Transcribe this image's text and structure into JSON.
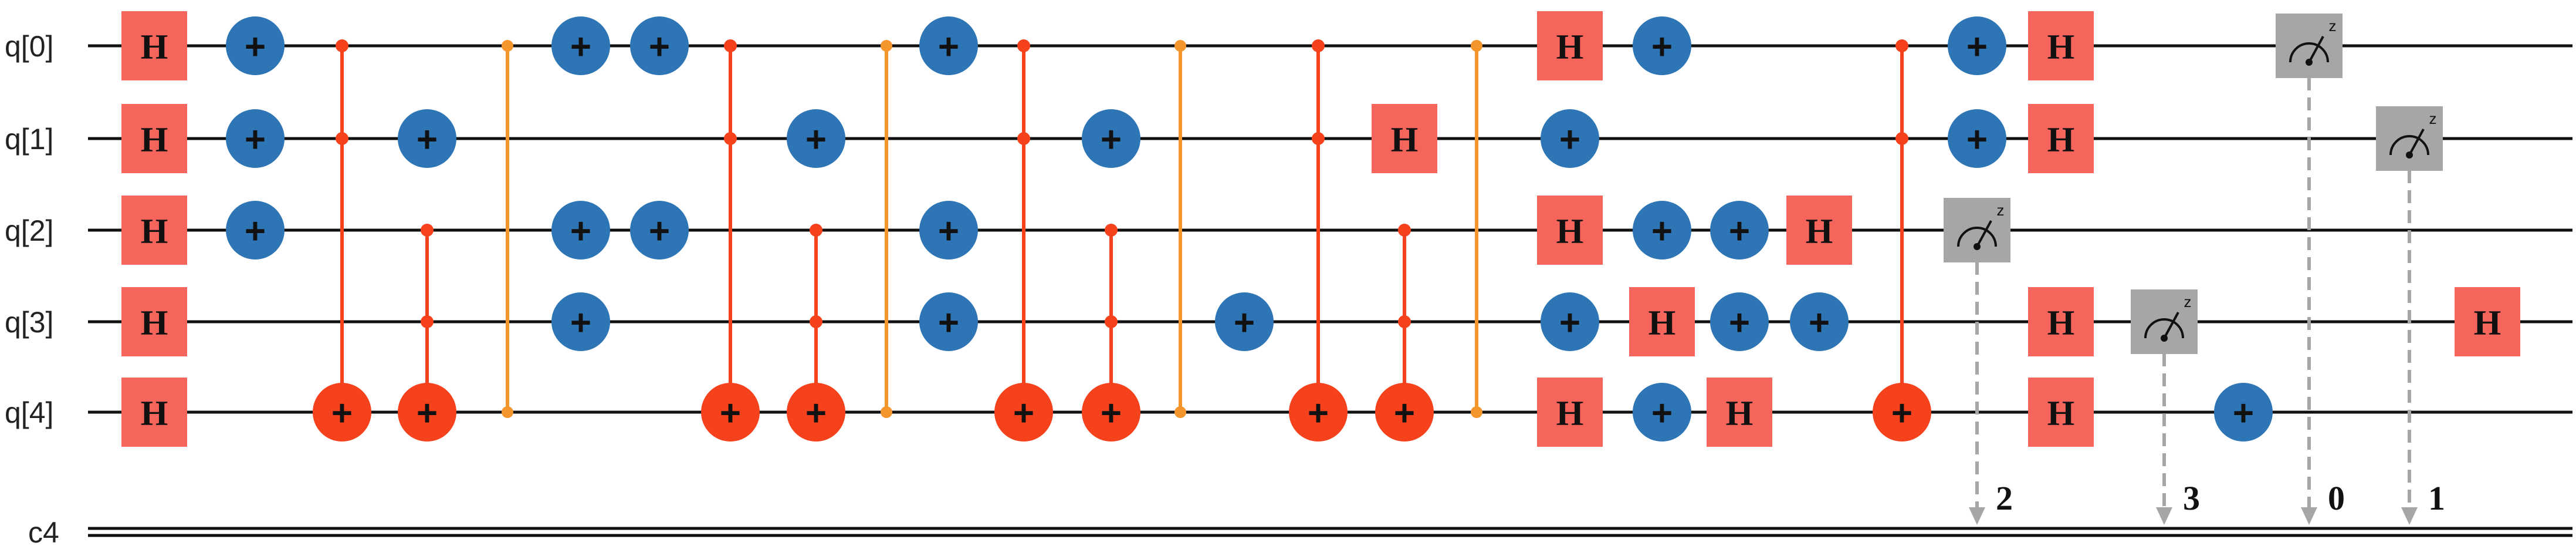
{
  "registers": [
    "q[0]",
    "q[1]",
    "q[2]",
    "q[3]",
    "q[4]"
  ],
  "classical_register": "c4",
  "gate_labels": {
    "h": "H",
    "x": "+",
    "meter_axis": "z"
  },
  "colors": {
    "h_gate": "#f5655c",
    "x_gate": "#2e75b6",
    "controlled_gate": "#f5421d",
    "barrier": "#f5962d",
    "measure": "#a6a6a6"
  },
  "columns": [
    [
      {
        "t": "h",
        "q": 0
      },
      {
        "t": "h",
        "q": 1
      },
      {
        "t": "h",
        "q": 2
      },
      {
        "t": "h",
        "q": 3
      },
      {
        "t": "h",
        "q": 4
      }
    ],
    [
      {
        "t": "x",
        "q": 0
      },
      {
        "t": "x",
        "q": 1
      },
      {
        "t": "x",
        "q": 2
      }
    ],
    [
      {
        "t": "ccx",
        "c": [
          0,
          1
        ],
        "tgt": 4
      }
    ],
    [
      {
        "t": "x",
        "q": 1
      },
      {
        "t": "ccx",
        "c": [
          2,
          3
        ],
        "tgt": 4
      }
    ],
    [
      {
        "t": "barrier",
        "q": [
          0,
          4
        ]
      }
    ],
    [
      {
        "t": "x",
        "q": 0
      },
      {
        "t": "x",
        "q": 2
      },
      {
        "t": "x",
        "q": 3
      }
    ],
    [
      {
        "t": "x",
        "q": 0
      },
      {
        "t": "x",
        "q": 2
      }
    ],
    [
      {
        "t": "ccx",
        "c": [
          0,
          1
        ],
        "tgt": 4
      }
    ],
    [
      {
        "t": "x",
        "q": 1
      },
      {
        "t": "ccx",
        "c": [
          2,
          3
        ],
        "tgt": 4
      }
    ],
    [
      {
        "t": "barrier",
        "q": [
          0,
          4
        ]
      }
    ],
    [
      {
        "t": "x",
        "q": 0
      },
      {
        "t": "x",
        "q": 2
      },
      {
        "t": "x",
        "q": 3
      }
    ],
    [
      {
        "t": "ccx",
        "c": [
          0,
          1
        ],
        "tgt": 4
      }
    ],
    [
      {
        "t": "x",
        "q": 1
      },
      {
        "t": "ccx",
        "c": [
          2,
          3
        ],
        "tgt": 4
      }
    ],
    [
      {
        "t": "barrier",
        "q": [
          0,
          4
        ]
      }
    ],
    [
      {
        "t": "x",
        "q": 3
      }
    ],
    [
      {
        "t": "ccx",
        "c": [
          0,
          1
        ],
        "tgt": 4
      }
    ],
    [
      {
        "t": "h",
        "q": 1
      },
      {
        "t": "ccx",
        "c": [
          2,
          3
        ],
        "tgt": 4
      }
    ],
    [
      {
        "t": "barrier",
        "q": [
          0,
          4
        ]
      }
    ],
    [
      {
        "t": "h",
        "q": 0
      },
      {
        "t": "x",
        "q": 1
      },
      {
        "t": "h",
        "q": 2
      },
      {
        "t": "x",
        "q": 3
      },
      {
        "t": "h",
        "q": 4
      }
    ],
    [
      {
        "t": "x",
        "q": 0
      },
      {
        "t": "x",
        "q": 2
      },
      {
        "t": "h",
        "q": 3
      },
      {
        "t": "x",
        "q": 4
      }
    ],
    [
      {
        "t": "x",
        "q": 2
      },
      {
        "t": "x",
        "q": 3
      },
      {
        "t": "h",
        "q": 4
      }
    ],
    [
      {
        "t": "h",
        "q": 2
      },
      {
        "t": "x",
        "q": 3
      }
    ],
    [
      {
        "t": "ccx",
        "c": [
          0,
          1
        ],
        "tgt": 4
      }
    ],
    [
      {
        "t": "x",
        "q": 0
      },
      {
        "t": "x",
        "q": 1
      },
      {
        "t": "measure",
        "q": 2,
        "bit": "2"
      }
    ],
    [
      {
        "t": "h",
        "q": 0
      },
      {
        "t": "h",
        "q": 1
      },
      {
        "t": "h",
        "q": 3
      },
      {
        "t": "h",
        "q": 4
      }
    ],
    [
      {
        "t": "measure",
        "q": 3,
        "bit": "3"
      }
    ],
    [
      {
        "t": "x",
        "q": 4
      }
    ],
    [
      {
        "t": "measure",
        "q": 0,
        "bit": "0"
      }
    ],
    [
      {
        "t": "measure",
        "q": 1,
        "bit": "1"
      }
    ],
    [
      {
        "t": "h",
        "q": 3
      }
    ]
  ]
}
